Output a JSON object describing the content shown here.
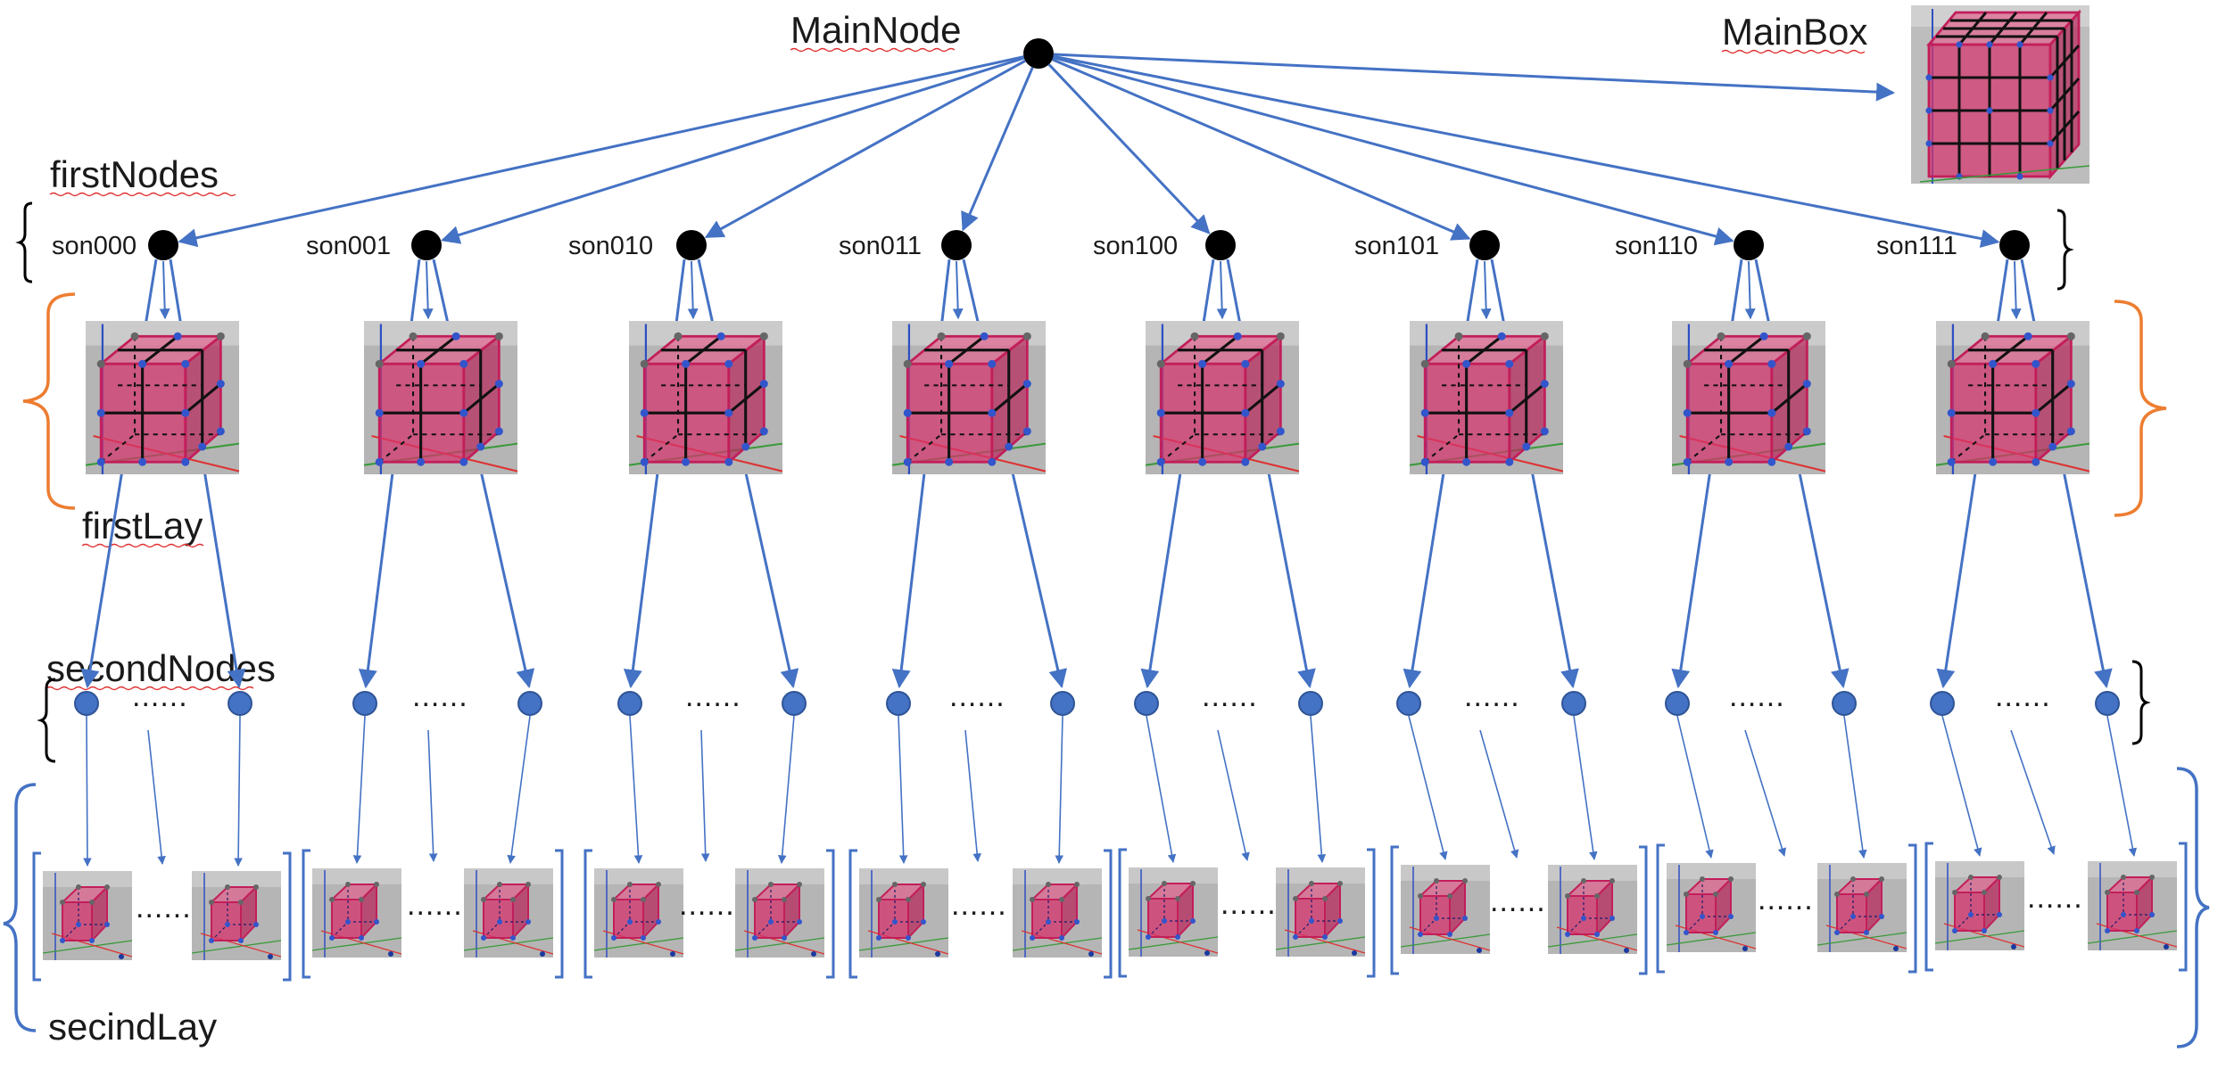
{
  "labels": {
    "main_node": "MainNode",
    "main_box": "MainBox",
    "first_nodes": "firstNodes",
    "first_lay": "firstLay",
    "second_nodes": "secondNodes",
    "second_lay": "secindLay",
    "ellipsis": "......"
  },
  "first_nodes": [
    "son000",
    "son001",
    "son010",
    "son011",
    "son100",
    "son101",
    "son110",
    "son111"
  ],
  "colors": {
    "edge": "#4472c4",
    "node_main": "#000000",
    "node_second": "#4472c4",
    "bracket_black": "#000000",
    "bracket_orange": "#ed7d31",
    "bracket_blue": "#4472c4",
    "cube_face": "#d6336c",
    "cube_bg": "#b9b9b9"
  }
}
